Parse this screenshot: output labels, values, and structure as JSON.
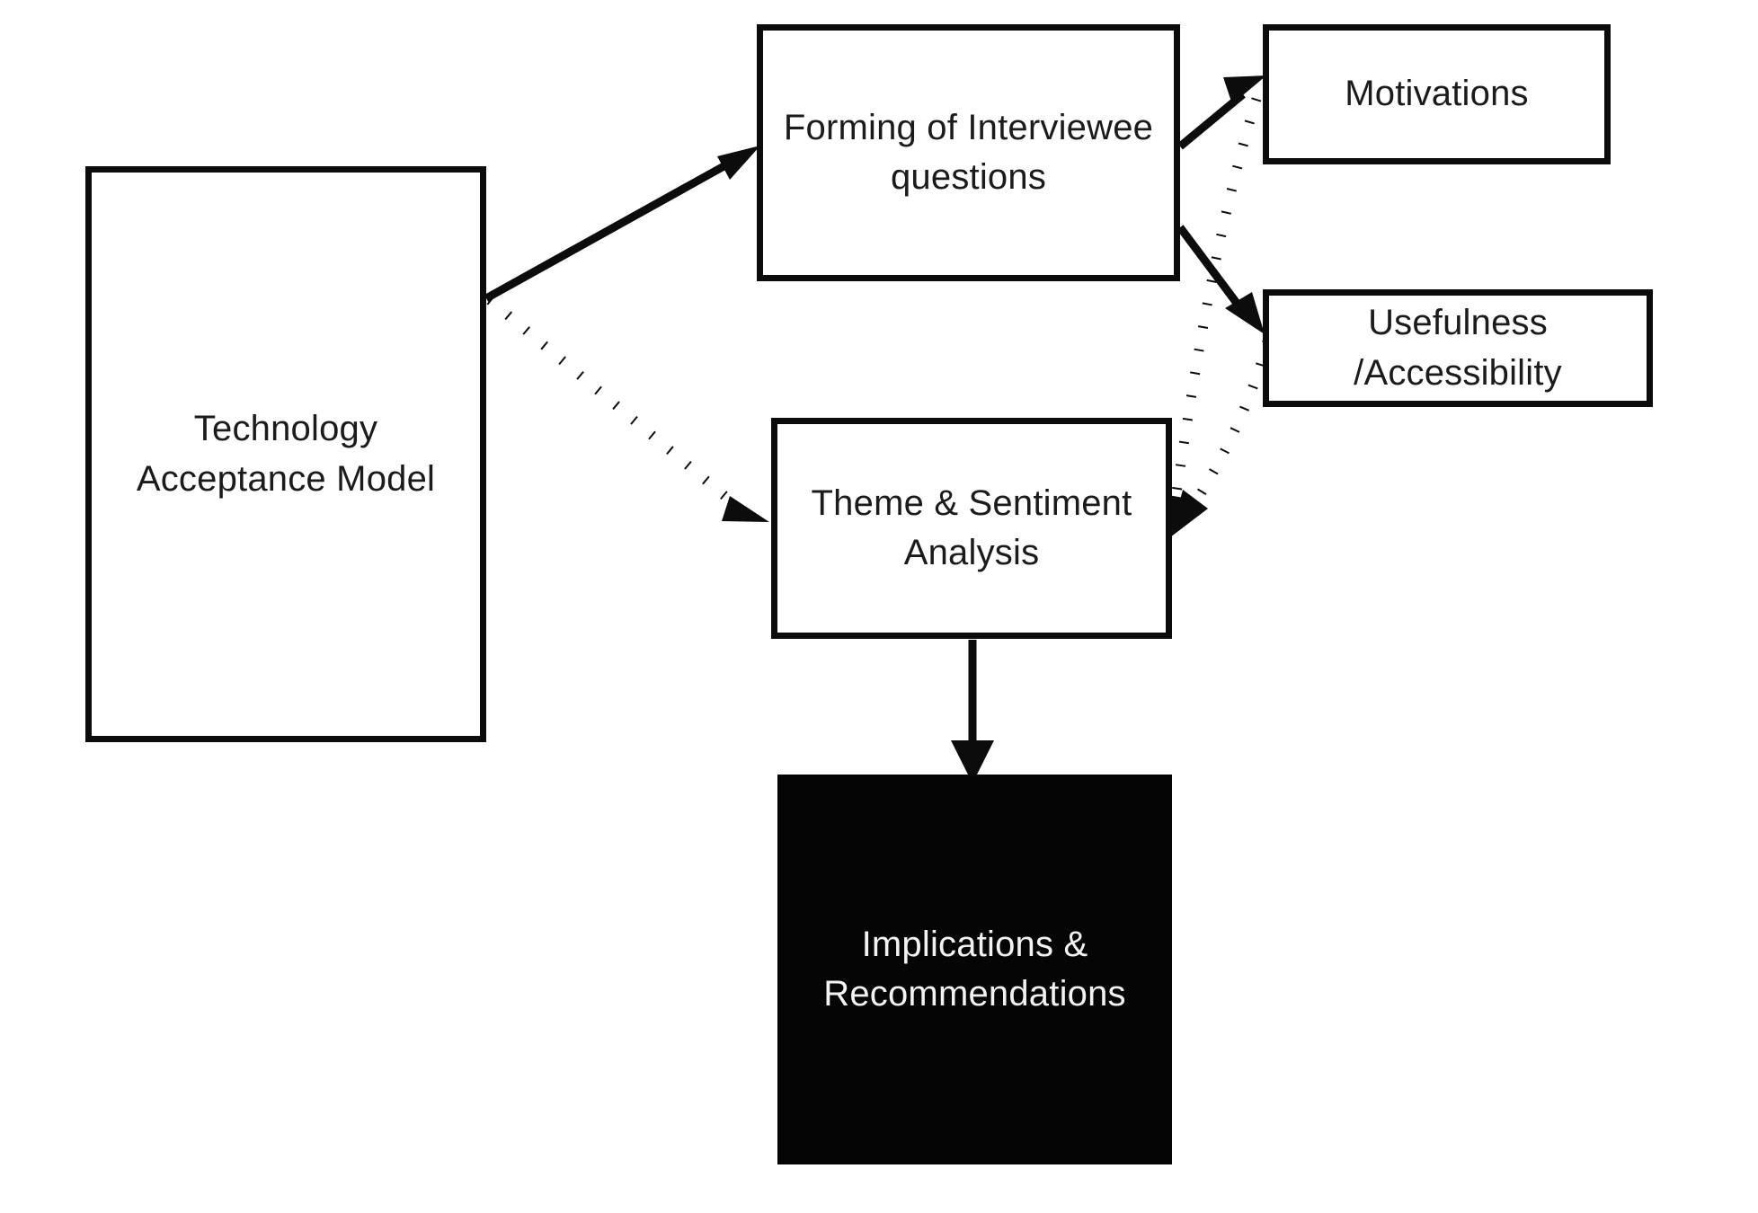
{
  "diagram": {
    "title": "Technology Acceptance Model research framework flowchart",
    "background_color": "#ffffff",
    "line_color": "#0c0c0c",
    "nodes": {
      "tam": {
        "label": "Technology\nAcceptance Model",
        "shape": "rectangle",
        "fill": "#ffffff",
        "text_color": "#1b1b1b"
      },
      "forming": {
        "label": "Forming of Interviewee\nquestions",
        "shape": "rectangle",
        "fill": "#ffffff",
        "text_color": "#1b1b1b"
      },
      "motivations": {
        "label": "Motivations",
        "shape": "rectangle",
        "fill": "#ffffff",
        "text_color": "#1b1b1b"
      },
      "usefulness": {
        "label": "Usefulness\n/Accessibility",
        "shape": "rectangle",
        "fill": "#ffffff",
        "text_color": "#1b1b1b"
      },
      "theme": {
        "label": "Theme & Sentiment\nAnalysis",
        "shape": "rectangle",
        "fill": "#ffffff",
        "text_color": "#1b1b1b"
      },
      "implications": {
        "label": "Implications &\nRecommendations",
        "shape": "rectangle",
        "fill": "#050505",
        "text_color": "#f2f2f2"
      }
    },
    "edges": [
      {
        "id": "tam-to-forming",
        "from": "tam",
        "to": "forming",
        "style": "solid",
        "arrow": "end"
      },
      {
        "id": "tam-to-theme",
        "from": "tam",
        "to": "theme",
        "style": "dotted",
        "arrow": "end"
      },
      {
        "id": "forming-to-motivations",
        "from": "forming",
        "to": "motivations",
        "style": "solid",
        "arrow": "end"
      },
      {
        "id": "forming-to-usefulness",
        "from": "forming",
        "to": "usefulness",
        "style": "solid",
        "arrow": "end"
      },
      {
        "id": "motivations-to-theme",
        "from": "motivations",
        "to": "theme",
        "style": "dotted",
        "arrow": "end"
      },
      {
        "id": "usefulness-to-theme",
        "from": "usefulness",
        "to": "theme",
        "style": "dotted",
        "arrow": "end"
      },
      {
        "id": "theme-to-implications",
        "from": "theme",
        "to": "implications",
        "style": "solid",
        "arrow": "end"
      }
    ]
  }
}
